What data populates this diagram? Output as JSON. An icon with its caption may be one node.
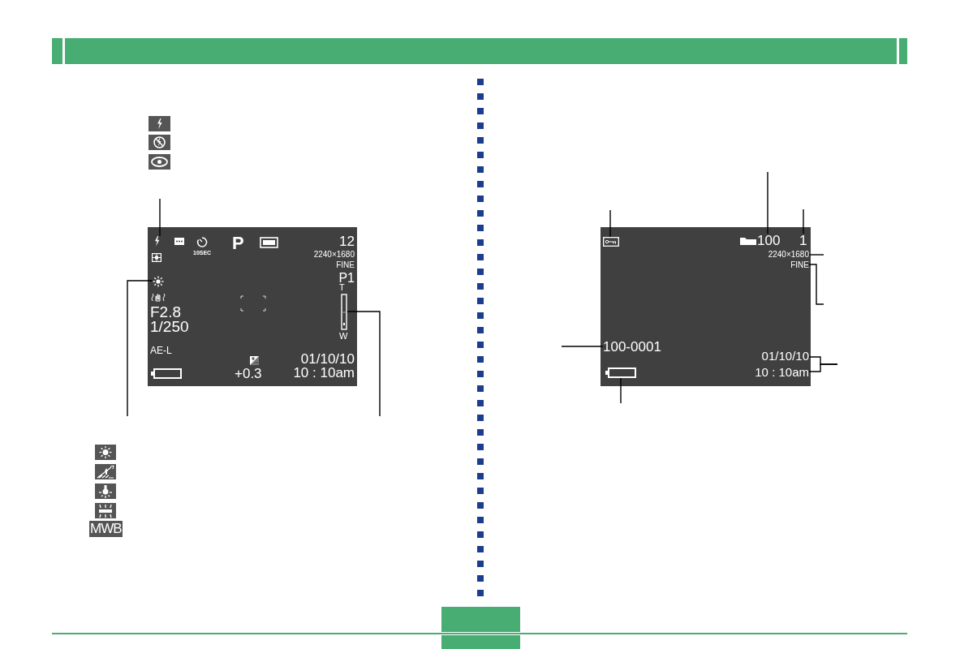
{
  "diagram": {
    "nodes": [
      {
        "text": [
          "10SEC",
          "P",
          "12",
          "2240×1680",
          "FINE",
          "P1",
          "T",
          "W",
          "F2.8",
          "1/250",
          "AE-L",
          "+0.3",
          "01/10/10",
          "10 : 10am"
        ]
      },
      {
        "text": [],
        "shape": "picture",
        "in": 0
      },
      {
        "text": [],
        "shape": "picture",
        "in": 0
      },
      {
        "text": [],
        "shape": "bar",
        "in": 0
      },
      {
        "text": [],
        "shape": "box"
      },
      {
        "text": [],
        "shape": "picture",
        "in": 4
      },
      {
        "text": [
          "100"
        ],
        "in": 4
      },
      {
        "text": [
          "1"
        ],
        "in": 4
      },
      {
        "text": [
          "2240×1680"
        ],
        "in": 4
      },
      {
        "text": [
          "FINE"
        ],
        "in": 4
      },
      {
        "text": [
          "100-0001"
        ],
        "in": 4
      },
      {
        "text": [
          "01/10/10"
        ],
        "in": 4
      },
      {
        "text": [
          "10 : 10am"
        ],
        "in": 4
      },
      {
        "text": [],
        "shape": "box",
        "in": 4
      }
    ],
    "edges": [
      {
        "from": null,
        "to": 1,
        "arrow": "none"
      },
      {
        "from": null,
        "to": 2,
        "arrow": "none"
      },
      {
        "from": null,
        "to": 3,
        "arrow": "none"
      },
      {
        "from": null,
        "to": 5,
        "arrow": "none"
      },
      {
        "from": null,
        "to": 6,
        "arrow": "none"
      },
      {
        "from": null,
        "to": 7,
        "arrow": "none"
      },
      {
        "from": null,
        "to": 8,
        "arrow": "none"
      },
      {
        "from": null,
        "to": 9,
        "arrow": "none"
      },
      {
        "from": null,
        "to": 10,
        "arrow": "none"
      },
      {
        "from": null,
        "to": 11,
        "arrow": "none"
      },
      {
        "from": null,
        "to": 12,
        "arrow": "none"
      },
      {
        "from": null,
        "to": 13,
        "arrow": "none"
      }
    ],
    "labels": [
      "MWB"
    ]
  }
}
